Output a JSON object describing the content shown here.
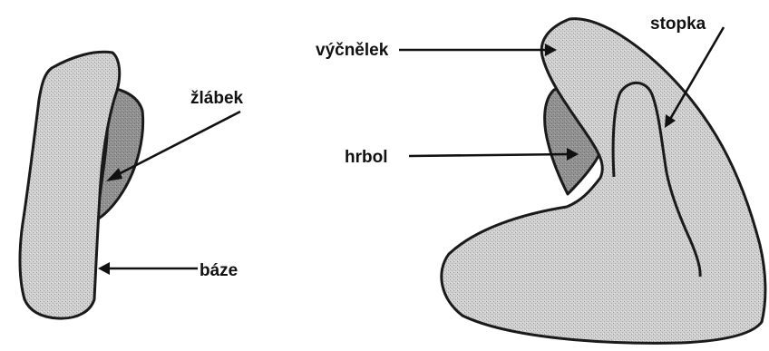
{
  "labels": {
    "zlabek": "žlábek",
    "baze": "báze",
    "vycnelek": "výčnělek",
    "hrbol": "hrbol",
    "stopka": "stopka"
  },
  "colors": {
    "light_fill": "#c9c9c9",
    "dark_fill": "#8e8e8e",
    "outline": "#1a1a1a"
  }
}
